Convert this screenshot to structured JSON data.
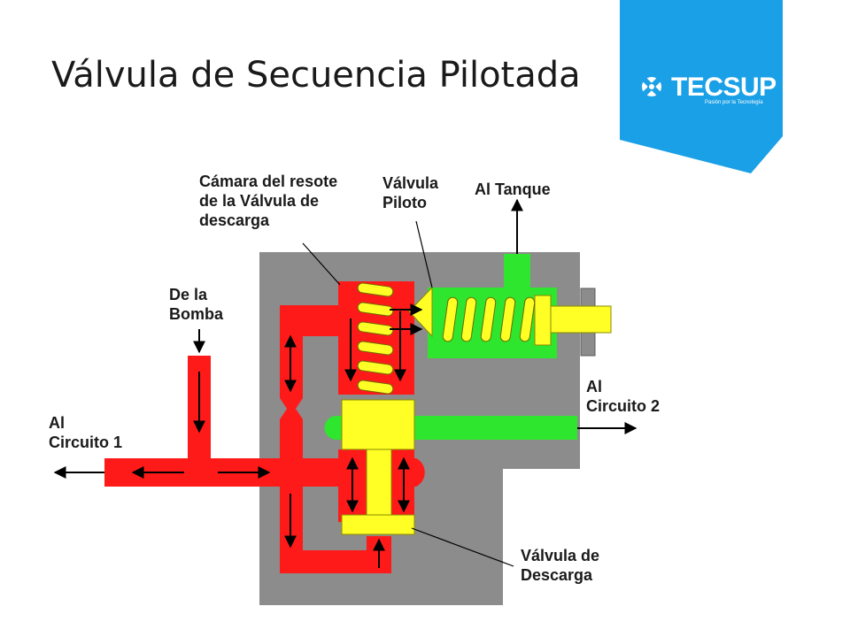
{
  "slide": {
    "title": "Válvula de Secuencia Pilotada"
  },
  "brand": {
    "name": "TECSUP",
    "tagline": "Pasión por la Tecnología",
    "color": "#1aa0e6"
  },
  "labels": {
    "chamber": [
      "Cámara del resote",
      "de la Válvula de",
      "descarga"
    ],
    "pilot_valve": [
      "Válvula",
      "Piloto"
    ],
    "tank": [
      "Al Tanque"
    ],
    "pump": [
      "De la",
      "Bomba"
    ],
    "circuit1": [
      "Al",
      "Circuito 1"
    ],
    "circuit2": [
      "Al",
      "Circuito 2"
    ],
    "unload_valve": [
      "Válvula de",
      "Descarga"
    ]
  },
  "colors": {
    "body": "#8c8c8c",
    "pressure_fluid": "#ff1a1a",
    "pilot_fluid": "#2ee62e",
    "spool": "#ffff26"
  }
}
